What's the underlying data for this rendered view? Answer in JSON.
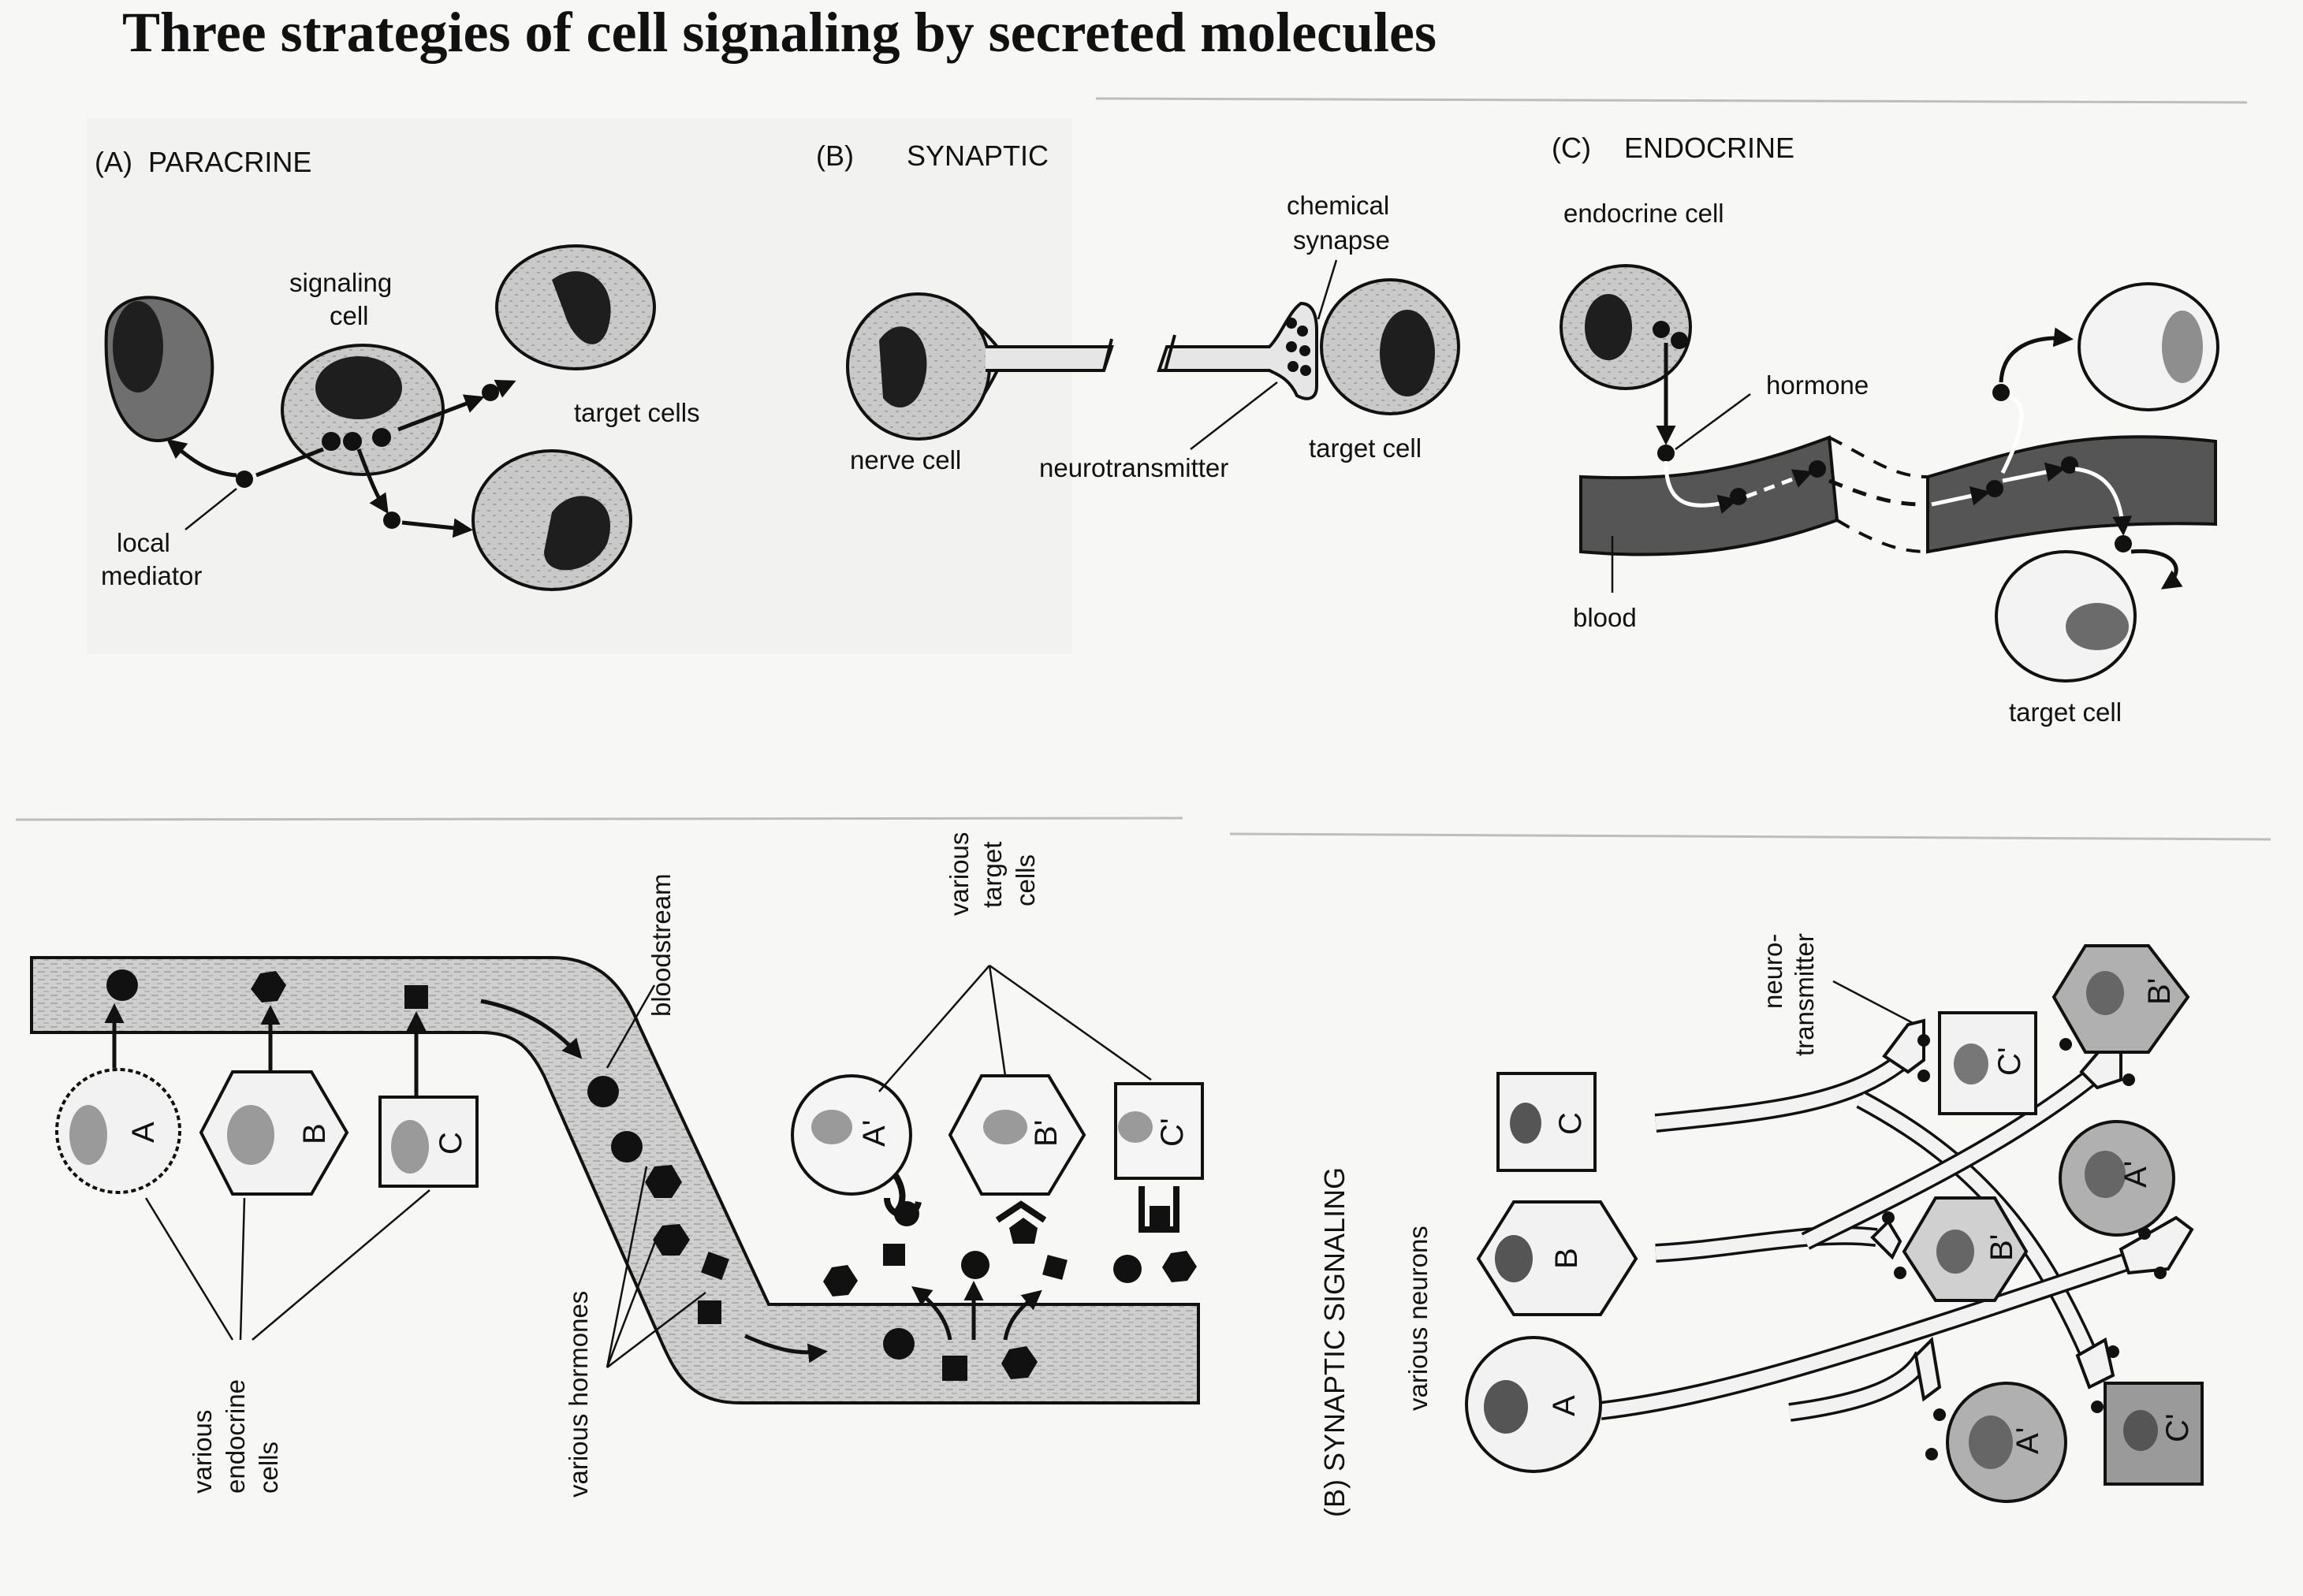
{
  "title": "Three strategies of  cell signaling by secreted molecules",
  "panel_a": {
    "tag": "(A)",
    "heading": "PARACRINE",
    "signaling_cell_line1": "signaling",
    "signaling_cell_line2": "cell",
    "target_cells": "target cells",
    "local_line1": "local",
    "local_line2": "mediator"
  },
  "panel_b": {
    "tag": "(B)",
    "heading": "SYNAPTIC",
    "chemical_line1": "chemical",
    "chemical_line2": "synapse",
    "nerve_cell": "nerve cell",
    "neurotransmitter": "neurotransmitter",
    "target_cell": "target cell"
  },
  "panel_c": {
    "tag": "(C)",
    "heading": "ENDOCRINE",
    "endocrine_cell": "endocrine cell",
    "hormone": "hormone",
    "blood": "blood",
    "target_cell": "target cell"
  },
  "bottom_left": {
    "bloodstream": "bloodstream",
    "various_target_line1": "various",
    "various_target_line2": "target",
    "various_target_line3": "cells",
    "various_hormones": "various hormones",
    "various_endocrine_line1": "various",
    "various_endocrine_line2": "endocrine",
    "various_endocrine_line3": "cells",
    "cells": [
      "A",
      "B",
      "C"
    ],
    "targets": [
      "A'",
      "B'",
      "C'"
    ]
  },
  "bottom_right": {
    "heading": "(B)   SYNAPTIC SIGNALING",
    "various_neurons": "various neurons",
    "neuro_line1": "neuro-",
    "neuro_line2": "transmitter",
    "neurons": [
      "A",
      "B",
      "C"
    ],
    "targets": [
      "A'",
      "B'",
      "C'"
    ]
  },
  "colors": {
    "cell_gray": "#b9b9b9",
    "nucleus": "#2a2a2a",
    "blood": "#5d5d5d",
    "ink": "#111111"
  }
}
